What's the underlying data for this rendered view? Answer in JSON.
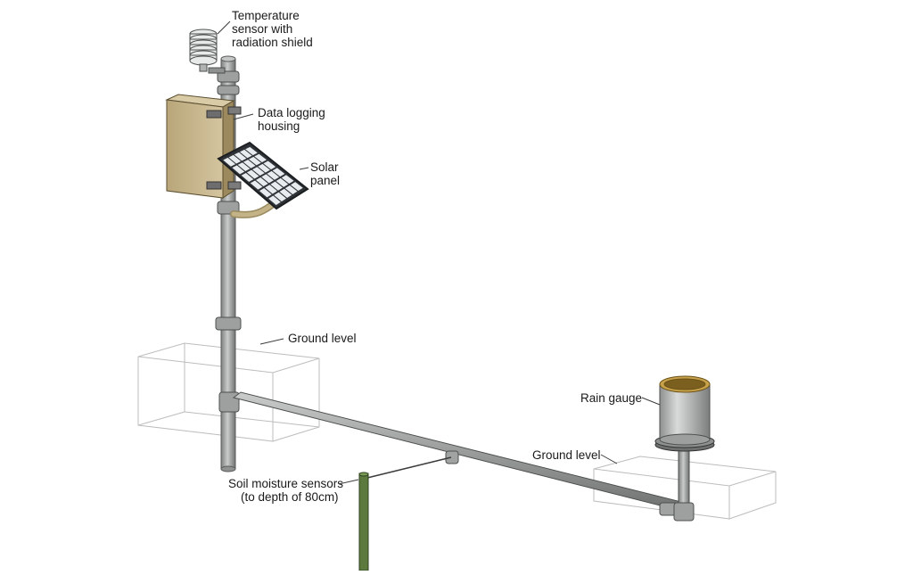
{
  "diagram": {
    "labels": {
      "temperature_sensor": [
        "Temperature",
        "sensor with",
        "radiation shield"
      ],
      "data_logging_housing": [
        "Data logging",
        "housing"
      ],
      "solar_panel": [
        "Solar",
        "panel"
      ],
      "ground_level_left": "Ground level",
      "rain_gauge": "Rain gauge",
      "ground_level_right": "Ground level",
      "soil_moisture_sensors": [
        "Soil moisture sensors",
        "(to depth of 80cm)"
      ]
    },
    "colors": {
      "pole": "#a9acab",
      "pole_dark": "#6e7170",
      "housing": "#c9b88f",
      "housing_dark": "#8a7a55",
      "solar_cell": "#e9ecef",
      "solar_frame": "#3b3f43",
      "rain_rim": "#c8a24a",
      "soil_rod": "#5c7a3e",
      "ground_box": "#b7b7b7"
    }
  }
}
